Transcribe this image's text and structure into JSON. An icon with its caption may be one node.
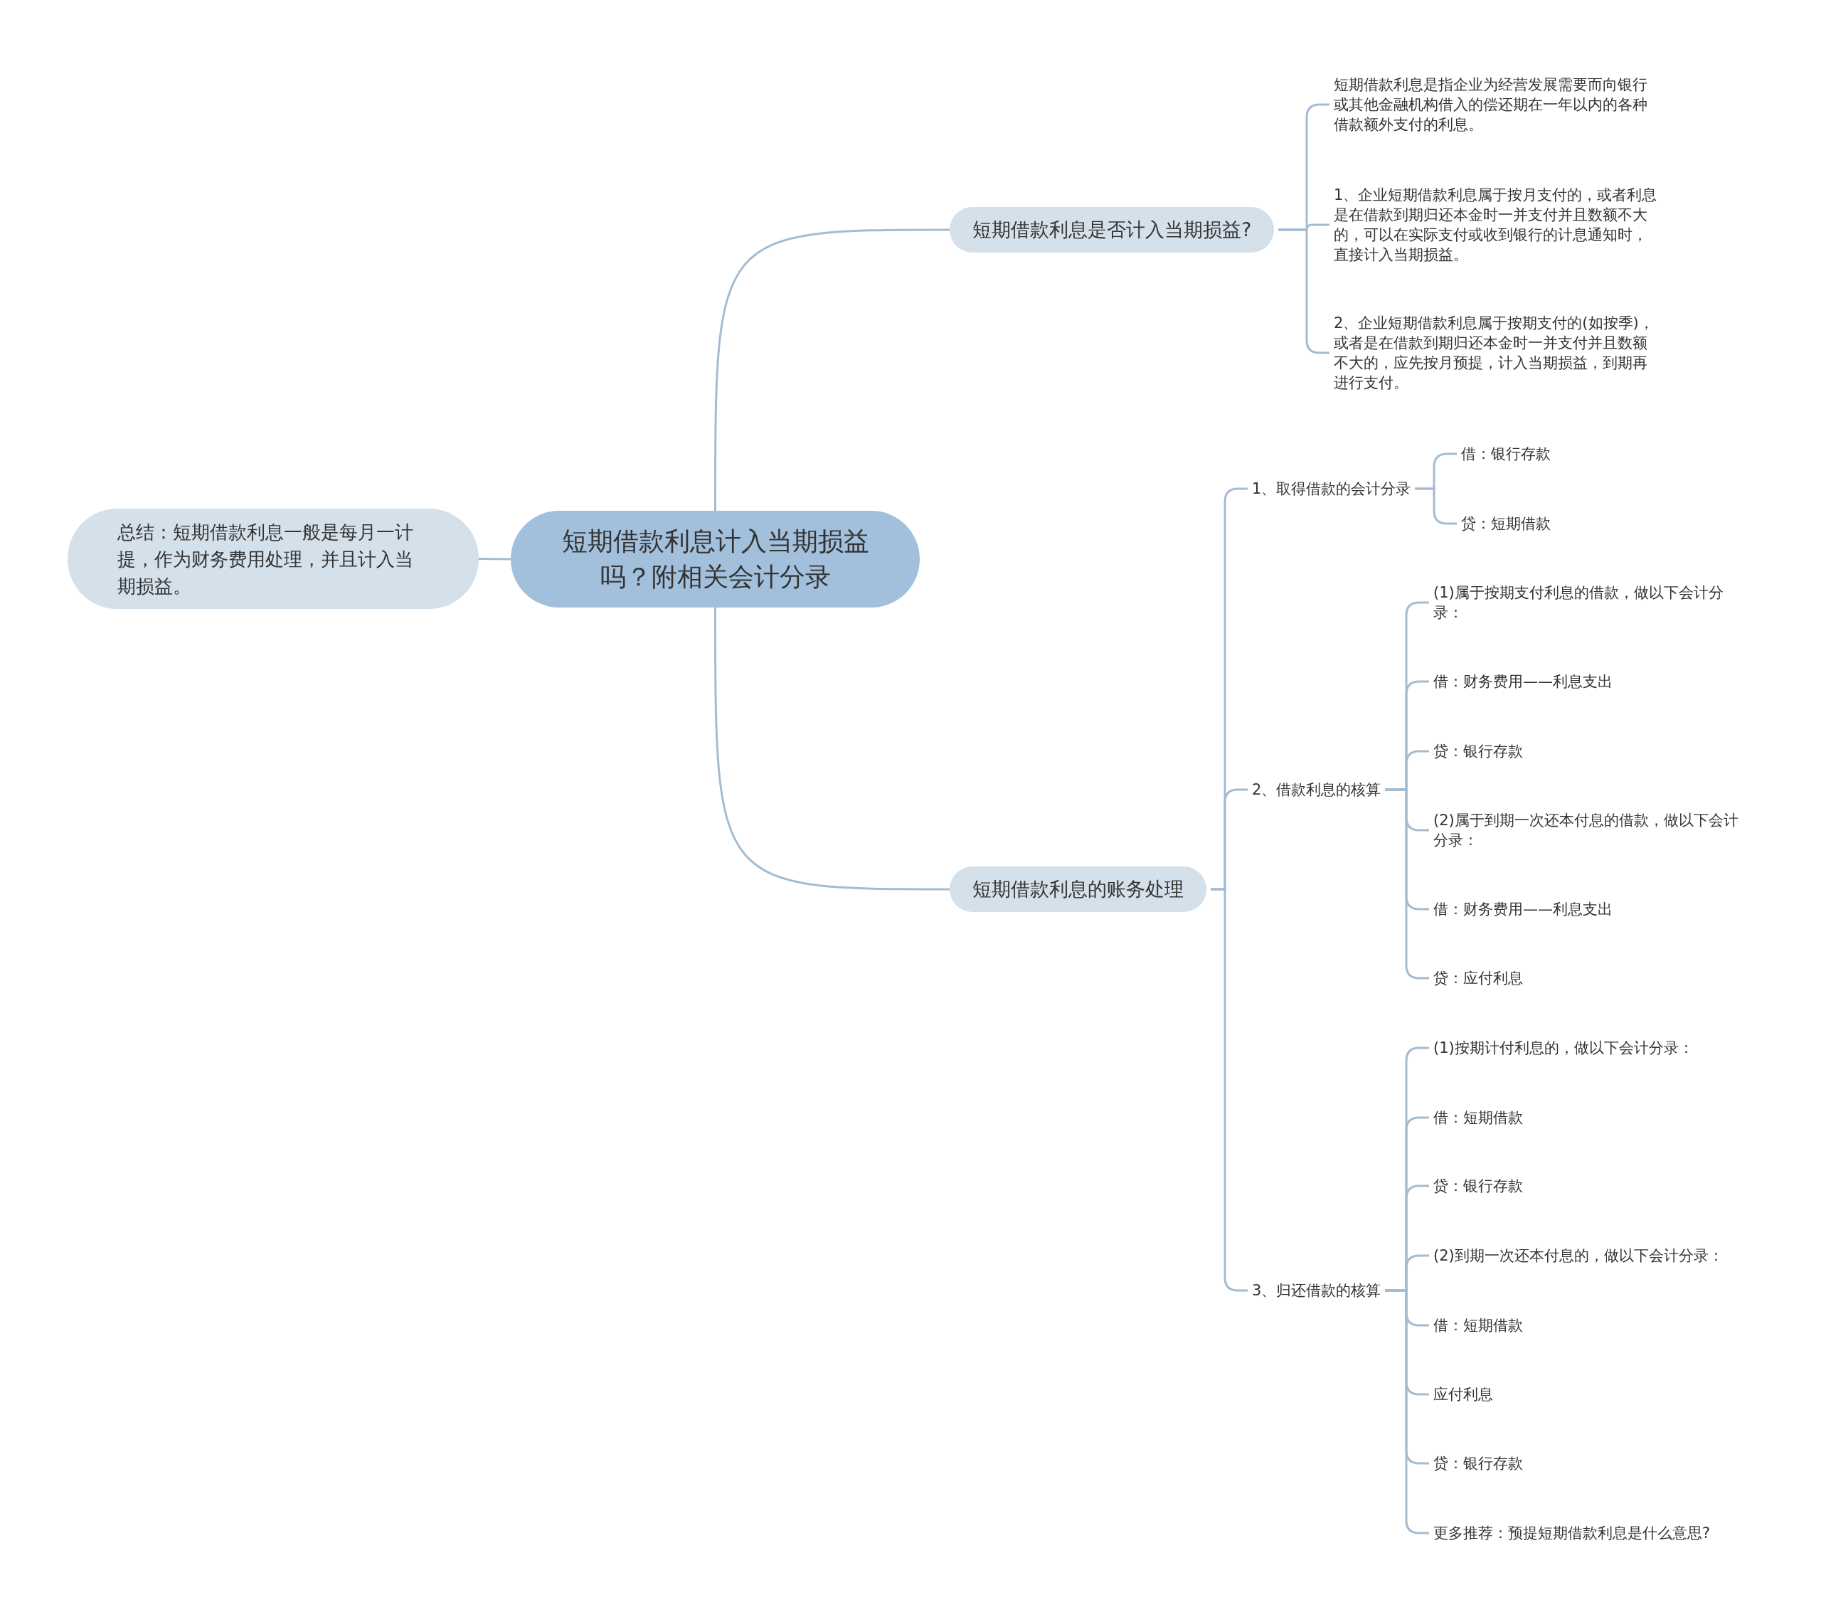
{
  "diagram": {
    "nodes": [
      {
        "text": [
          "短期借款利息计入当期损益吗？附相关会计分录"
        ]
      },
      {
        "text": [
          "总结：短期借款利息一般是每月一计提，作为财务费用处理，并且计入当期损益。"
        ]
      },
      {
        "text": [
          "短期借款利息是否计入当期损益?"
        ]
      },
      {
        "text": [
          "短期借款利息是指企业为经营发展需要而向银行或其他金融机构借入的偿还期在一年以内的各种借款额外支付的利息。"
        ]
      },
      {
        "text": [
          "1、企业短期借款利息属于按月支付的，或者利息是在借款到期归还本金时一并支付并且数额不大的，可以在实际支付或收到银行的计息通知时，直接计入当期损益。"
        ]
      },
      {
        "text": [
          "2、企业短期借款利息属于按期支付的(如按季)，或者是在借款到期归还本金时一并支付并且数额不大的，应先按月预提，计入当期损益，到期再进行支付。"
        ]
      },
      {
        "text": [
          "短期借款利息的账务处理"
        ]
      },
      {
        "text": [
          "1、取得借款的会计分录"
        ]
      },
      {
        "text": [
          "借：银行存款"
        ]
      },
      {
        "text": [
          "贷：短期借款"
        ]
      },
      {
        "text": [
          "2、借款利息的核算"
        ]
      },
      {
        "text": [
          "(1)属于按期支付利息的借款，做以下会计分录："
        ]
      },
      {
        "text": [
          "借：财务费用——利息支出"
        ]
      },
      {
        "text": [
          "贷：银行存款"
        ]
      },
      {
        "text": [
          "(2)属于到期一次还本付息的借款，做以下会计分录："
        ]
      },
      {
        "text": [
          "借：财务费用——利息支出"
        ]
      },
      {
        "text": [
          "贷：应付利息"
        ]
      },
      {
        "text": [
          "3、归还借款的核算"
        ]
      },
      {
        "text": [
          "(1)按期计付利息的，做以下会计分录："
        ]
      },
      {
        "text": [
          "借：短期借款"
        ]
      },
      {
        "text": [
          "贷：银行存款"
        ]
      },
      {
        "text": [
          "(2)到期一次还本付息的，做以下会计分录："
        ]
      },
      {
        "text": [
          "借：短期借款"
        ]
      },
      {
        "text": [
          "应付利息"
        ]
      },
      {
        "text": [
          "贷：银行存款"
        ]
      },
      {
        "text": [
          "更多推荐：预提短期借款利息是什么意思?"
        ]
      }
    ],
    "edges": [
      {
        "from": 0,
        "to": 1,
        "arrow": "none"
      },
      {
        "from": 0,
        "to": 2,
        "arrow": "none"
      },
      {
        "from": 0,
        "to": 6,
        "arrow": "none"
      },
      {
        "from": 2,
        "to": 3,
        "arrow": "none"
      },
      {
        "from": 2,
        "to": 4,
        "arrow": "none"
      },
      {
        "from": 2,
        "to": 5,
        "arrow": "none"
      },
      {
        "from": 6,
        "to": 7,
        "arrow": "none"
      },
      {
        "from": 6,
        "to": 10,
        "arrow": "none"
      },
      {
        "from": 6,
        "to": 17,
        "arrow": "none"
      },
      {
        "from": 7,
        "to": 8,
        "arrow": "none"
      },
      {
        "from": 7,
        "to": 9,
        "arrow": "none"
      },
      {
        "from": 10,
        "to": 11,
        "arrow": "none"
      },
      {
        "from": 10,
        "to": 12,
        "arrow": "none"
      },
      {
        "from": 10,
        "to": 13,
        "arrow": "none"
      },
      {
        "from": 10,
        "to": 14,
        "arrow": "none"
      },
      {
        "from": 10,
        "to": 15,
        "arrow": "none"
      },
      {
        "from": 10,
        "to": 16,
        "arrow": "none"
      },
      {
        "from": 17,
        "to": 18,
        "arrow": "none"
      },
      {
        "from": 17,
        "to": 19,
        "arrow": "none"
      },
      {
        "from": 17,
        "to": 20,
        "arrow": "none"
      },
      {
        "from": 17,
        "to": 21,
        "arrow": "none"
      },
      {
        "from": 17,
        "to": 22,
        "arrow": "none"
      },
      {
        "from": 17,
        "to": 23,
        "arrow": "none"
      },
      {
        "from": 17,
        "to": 24,
        "arrow": "none"
      },
      {
        "from": 17,
        "to": 25,
        "arrow": "none"
      }
    ]
  }
}
